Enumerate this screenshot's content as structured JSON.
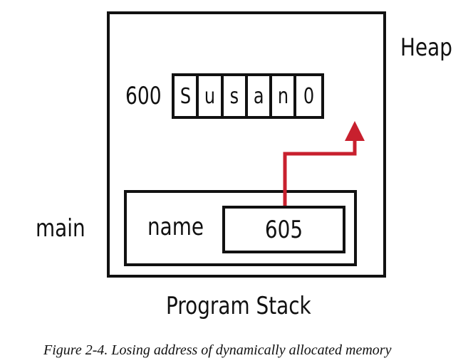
{
  "diagram": {
    "heap_label": "Heap",
    "stack_label": "Program Stack",
    "frame_label": "main",
    "heap_address": "600",
    "heap_chars": [
      "S",
      "u",
      "s",
      "a",
      "n",
      "0"
    ],
    "variable": {
      "name": "name",
      "value": "605"
    },
    "pointer_color": "#c8202e"
  },
  "caption": "Figure 2-4. Losing address of dynamically allocated memory"
}
